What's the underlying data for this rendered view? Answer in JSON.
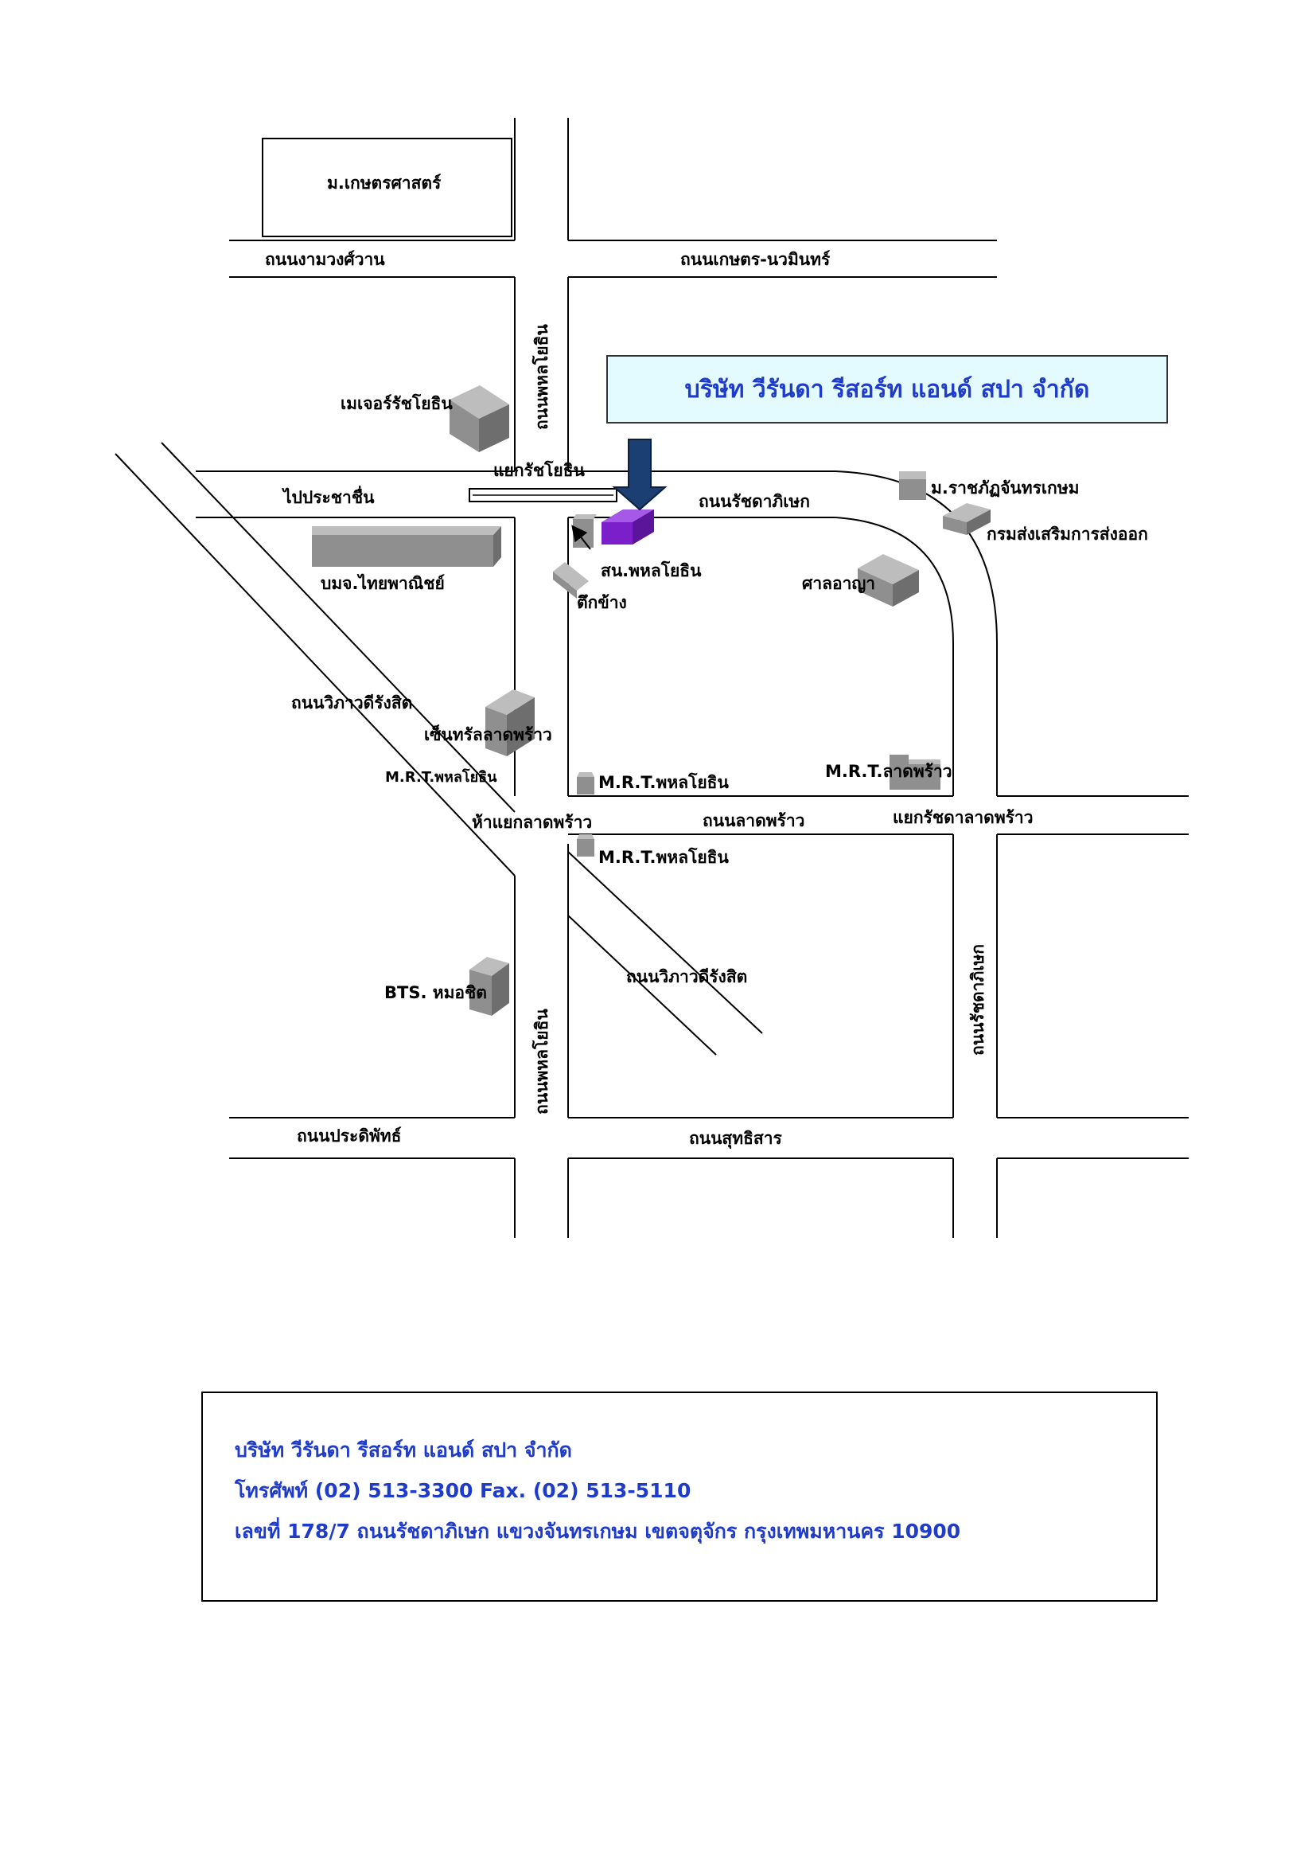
{
  "banner": {
    "company_name": "บริษัท วีรันดา รีสอร์ท แอนด์ สปา จำกัด"
  },
  "labels": {
    "ku_university": "ม.เกษตรศาสตร์",
    "ngamwongwan_road": "ถนนงามวงศ์วาน",
    "kaset_nawamin_road": "ถนนเกษตร-นวมินทร์",
    "phahonyothin_road_top": "ถนนพหลโยธิน",
    "major_cineplex": "เมเจอร์รัชโยธิน",
    "ratchayothin_junction": "แยกรัชโยธิน",
    "to_pracha_chuen": "ไปประชาชื่น",
    "ratchadaphisek_road_top": "ถนนรัชดาภิเษก",
    "chandrakasem_university": "ม.ราชภัฏจันทรเกษม",
    "export_dept": "กรมส่งเสริมการส่งออก",
    "scb": "บมจ.ไทยพาณิชย์",
    "phahon_police": "สน.พหลโยธิน",
    "next_building": "ตึกข้าง",
    "criminal_court": "ศาลอาญา",
    "vibhavadi_road_top": "ถนนวิภาวดีรังสิต",
    "central_ladprao": "เซ็นทรัลลาดพร้าว",
    "mrt_phahon_left": "M.R.T.พหลโยธิน",
    "mrt_phahon_mid": "M.R.T.พหลโยธิน",
    "mrt_ladprao": "M.R.T.ลาดพร้าว",
    "ha_yaek_ladprao": "ห้าแยกลาดพร้าว",
    "ladprao_road": "ถนนลาดพร้าว",
    "ratchada_ladprao_junction": "แยกรัชดาลาดพร้าว",
    "mrt_phahon_lower": "M.R.T.พหลโยธิน",
    "vibhavadi_road_bottom": "ถนนวิภาวดีรังสิต",
    "ratchadaphisek_road_right": "ถนนรัชดาภิเษก",
    "bts_mochit": "BTS. หมอชิต",
    "phahonyothin_road_bottom": "ถนนพหลโยธิน",
    "pradiphat_road": "ถนนประดิพัทธ์",
    "suthisan_road": "ถนนสุทธิสาร"
  },
  "contact": {
    "company_name": "บริษัท วีรันดา รีสอร์ท แอนด์ สปา จำกัด",
    "phone_fax": "โทรศัพท์  (02) 513-3300  Fax. (02) 513-5110",
    "address": "เลขที่  178/7  ถนนรัชดาภิเษก  แขวงจันทรเกษม  เขตจตุจักร  กรุงเทพมหานคร  10900"
  },
  "colors": {
    "banner_bg": "#e3fbff",
    "banner_text": "#1f3bc9",
    "target_building": "#7a1fc9",
    "arrow": "#1b3f73",
    "building_grey": "#8f8f8f"
  }
}
